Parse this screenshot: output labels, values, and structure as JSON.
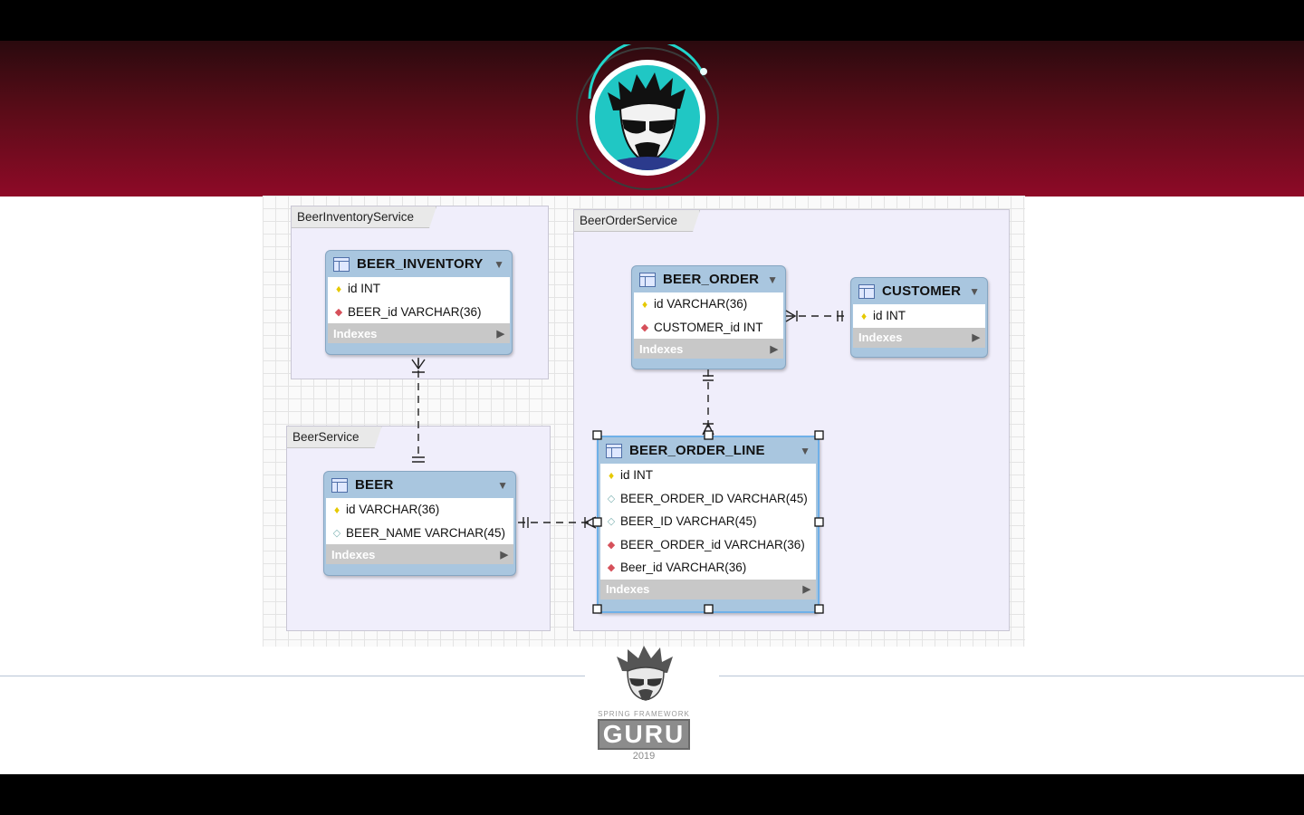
{
  "regions": {
    "inventory": "BeerInventoryService",
    "order": "BeerOrderService",
    "beer": "BeerService"
  },
  "tables": {
    "beer_inventory": {
      "name": "BEER_INVENTORY",
      "columns": [
        {
          "text": "id INT",
          "kind": "key"
        },
        {
          "text": "BEER_id VARCHAR(36)",
          "kind": "fk"
        }
      ],
      "indexes": "Indexes"
    },
    "beer_order": {
      "name": "BEER_ORDER",
      "columns": [
        {
          "text": "id VARCHAR(36)",
          "kind": "key"
        },
        {
          "text": "CUSTOMER_id INT",
          "kind": "fk"
        }
      ],
      "indexes": "Indexes"
    },
    "customer": {
      "name": "CUSTOMER",
      "columns": [
        {
          "text": "id INT",
          "kind": "key"
        }
      ],
      "indexes": "Indexes"
    },
    "beer": {
      "name": "BEER",
      "columns": [
        {
          "text": "id VARCHAR(36)",
          "kind": "key"
        },
        {
          "text": "BEER_NAME VARCHAR(45)",
          "kind": "col"
        }
      ],
      "indexes": "Indexes"
    },
    "beer_order_line": {
      "name": "BEER_ORDER_LINE",
      "columns": [
        {
          "text": "id INT",
          "kind": "key"
        },
        {
          "text": "BEER_ORDER_ID VARCHAR(45)",
          "kind": "col"
        },
        {
          "text": "BEER_ID VARCHAR(45)",
          "kind": "col"
        },
        {
          "text": "BEER_ORDER_id VARCHAR(36)",
          "kind": "fk"
        },
        {
          "text": "Beer_id VARCHAR(36)",
          "kind": "fk"
        }
      ],
      "indexes": "Indexes"
    }
  },
  "logo": {
    "tagline": "SPRING FRAMEWORK",
    "word": "GURU",
    "year": "2019"
  },
  "colors": {
    "banner": "#8e0a27",
    "table_header": "#a9c6df",
    "region_fill": "#f0eefb",
    "avatar_bg": "#20c7c4"
  }
}
